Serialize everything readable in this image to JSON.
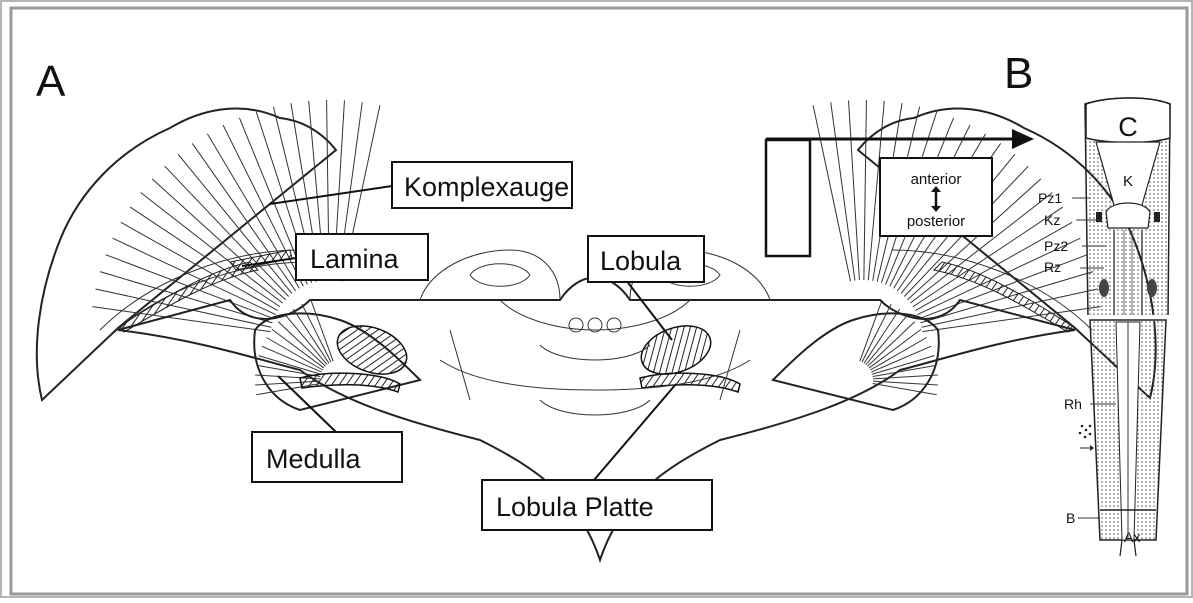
{
  "figure": {
    "panel_a": "A",
    "panel_b": "B",
    "labels_a": {
      "komplexauge": "Komplexauge",
      "lamina": "Lamina",
      "lobula": "Lobula",
      "medulla": "Medulla",
      "lobula_platte": "Lobula Platte"
    },
    "orientation": {
      "top": "anterior",
      "bottom": "posterior"
    },
    "labels_b": {
      "c": "C",
      "k": "K",
      "pz1": "Pz1",
      "kz": "Kz",
      "pz2": "Pz2",
      "rz": "Rz",
      "rh": "Rh",
      "b": "B",
      "ax": "Ax"
    }
  }
}
